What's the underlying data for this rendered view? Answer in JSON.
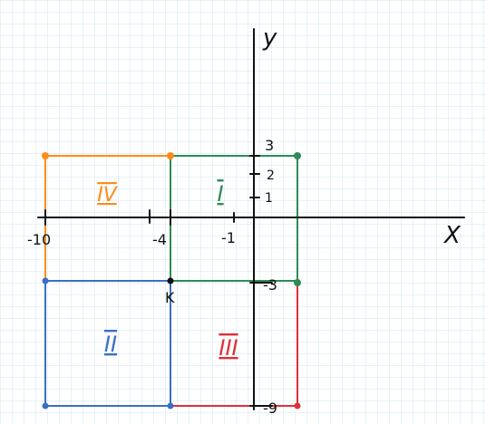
{
  "axes": {
    "x_label": "X",
    "y_label": "y"
  },
  "tick_labels": {
    "x": [
      "-10",
      "-4",
      "-1"
    ],
    "y": [
      "3",
      "2",
      "1",
      "-3",
      "-9"
    ]
  },
  "point_labels": {
    "k": "K"
  },
  "regions": [
    {
      "id": "i",
      "numeral": "I",
      "color": "#2e8b57",
      "x": [
        -4,
        2
      ],
      "y": [
        -3,
        3
      ]
    },
    {
      "id": "ii",
      "numeral": "II",
      "color": "#3a6fc4",
      "x": [
        -10,
        -4
      ],
      "y": [
        -9,
        -3
      ]
    },
    {
      "id": "iii",
      "numeral": "III",
      "color": "#e0303a",
      "x": [
        -4,
        2
      ],
      "y": [
        -9,
        -3
      ]
    },
    {
      "id": "iv",
      "numeral": "IV",
      "color": "#ff8c1a",
      "x": [
        -10,
        -4
      ],
      "y": [
        -3,
        3
      ]
    }
  ],
  "colors": {
    "grid": "#cfe6f0",
    "axis": "#111111"
  }
}
